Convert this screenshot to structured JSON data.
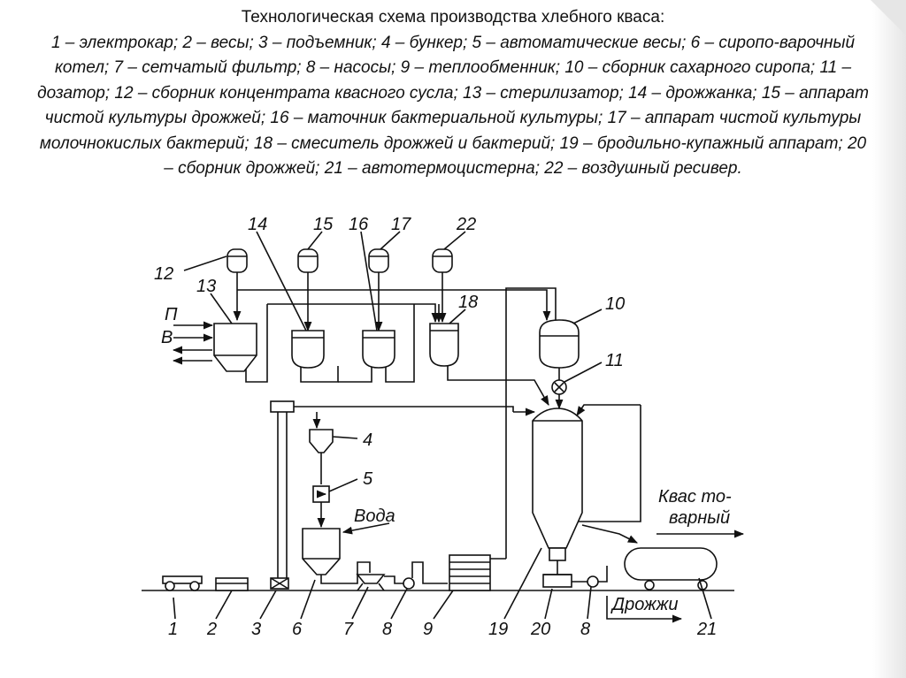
{
  "slide": {
    "title": "Технологическая схема производства хлебного кваса:",
    "legend": "1 – электрокар; 2 – весы; 3 – подъемник; 4 – бункер; 5 – автоматические весы; 6 – сиропо-варочный котел; 7 – сетчатый фильтр; 8 – насосы; 9 – теплообменник; 10 – сборник сахарного сиропа; 11 – дозатор; 12 – сборник концентрата квасного сусла; 13 – стерилизатор; 14 – дрожжанка; 15 – аппарат чистой культуры дрожжей; 16 – маточник бактериальной культуры; 17 – аппарат чистой культуры молочнокислых бактерий; 18 – смеситель дрожжей и бактерий; 19 – бродильно-купажный аппарат; 20 – сборник дрожжей; 21 – автотермоцистерна; 22 – воздушный ресивер."
  },
  "diagram": {
    "flow_labels": {
      "steam": "П",
      "water_in": "В",
      "water": "Вода",
      "product_line1": "Квас то-",
      "product_line2": "варный",
      "yeast_out": "Дрожжи"
    },
    "numbers": {
      "n1": "1",
      "n2": "2",
      "n3": "3",
      "n4": "4",
      "n5": "5",
      "n6": "6",
      "n7": "7",
      "n8": "8",
      "n9": "9",
      "n10": "10",
      "n11": "11",
      "n12": "12",
      "n13": "13",
      "n14": "14",
      "n15": "15",
      "n16": "16",
      "n17": "17",
      "n18": "18",
      "n19": "19",
      "n20": "20",
      "n21": "21",
      "n22": "22",
      "n8b": "8"
    }
  }
}
